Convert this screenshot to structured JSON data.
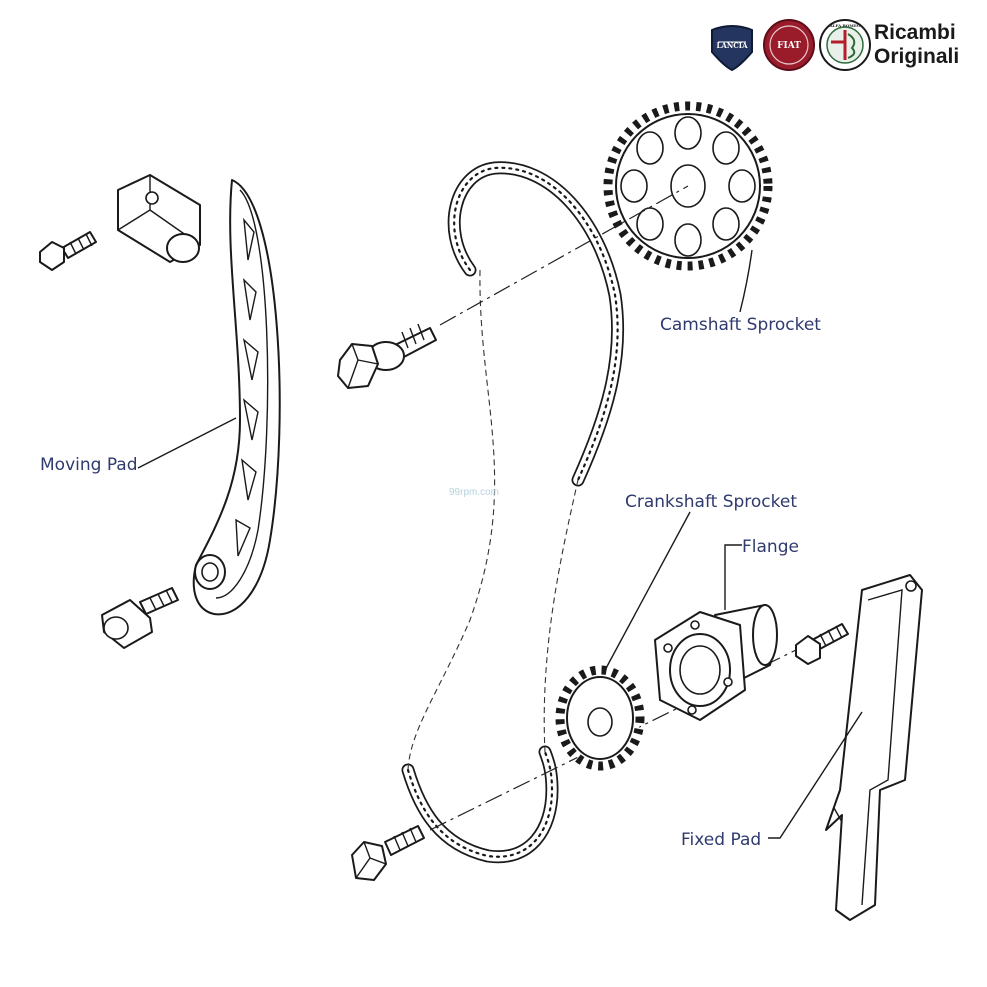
{
  "brand": {
    "line1": "Ricambi",
    "line2": "Originali",
    "badges": [
      {
        "name": "LANCIA",
        "color": "#24365f"
      },
      {
        "name": "FIAT",
        "color": "#9a1c2b"
      },
      {
        "name": "ALFA ROMEO",
        "color": "#2d6a3a"
      }
    ]
  },
  "watermark": "99rpm.com",
  "labels": {
    "camshaft_sprocket": "Camshaft Sprocket",
    "moving_pad": "Moving Pad",
    "crankshaft_sprocket": "Crankshaft Sprocket",
    "flange": "Flange",
    "fixed_pad": "Fixed Pad"
  },
  "colors": {
    "label": "#2f3a6e",
    "line": "#1a1a1a"
  }
}
